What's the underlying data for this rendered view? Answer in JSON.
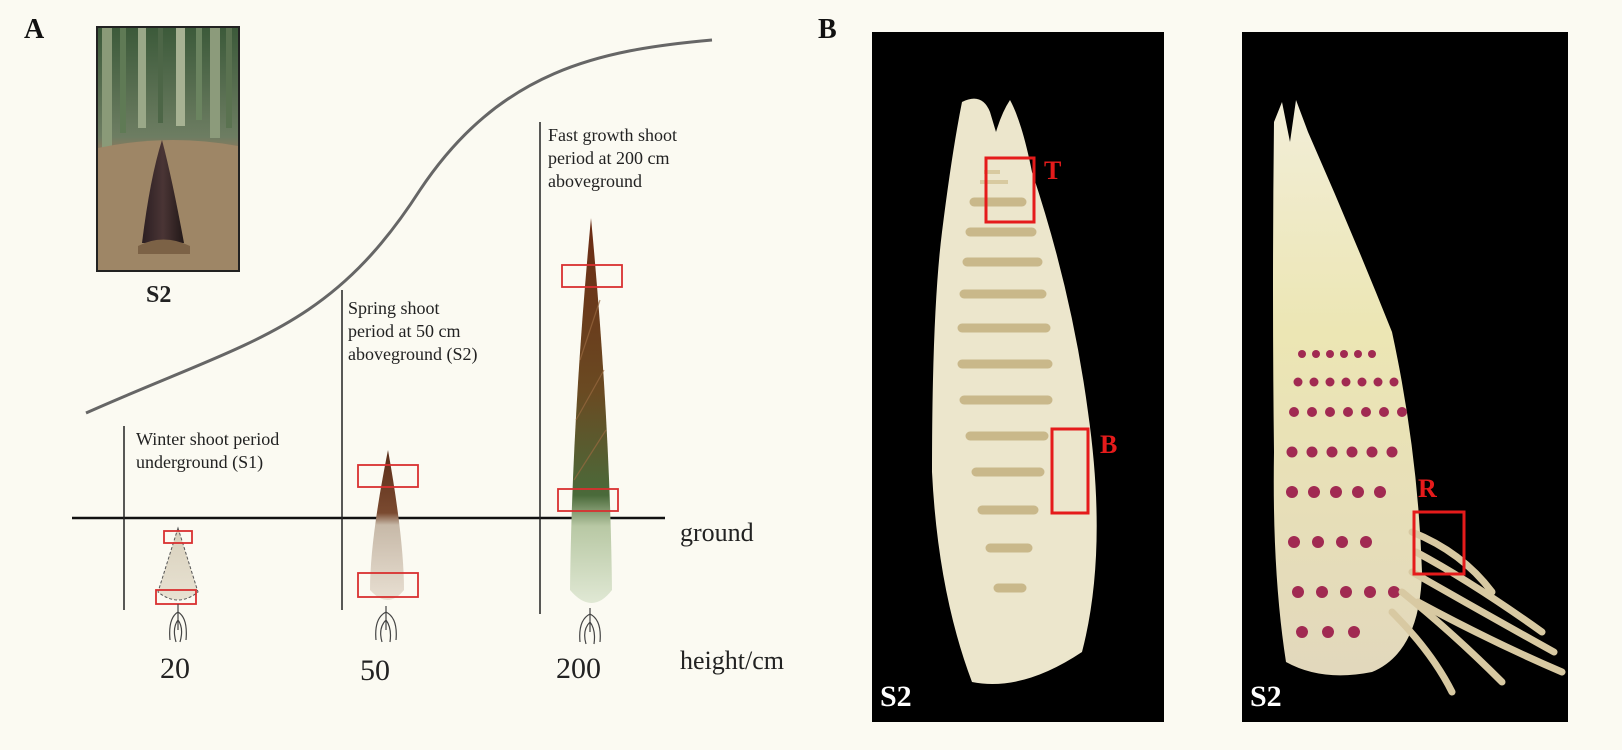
{
  "panel_a": {
    "letter": "A",
    "inset_label": "S2",
    "ground_label": "ground",
    "height_label": "height/cm",
    "stages": [
      {
        "text_lines": [
          "Winter shoot period",
          "underground (S1)"
        ],
        "height": "20"
      },
      {
        "text_lines": [
          "Spring shoot",
          "period at 50 cm",
          "aboveground (S2)"
        ],
        "height": "50"
      },
      {
        "text_lines": [
          "Fast growth shoot",
          "period at 200 cm",
          "aboveground"
        ],
        "height": "200"
      }
    ]
  },
  "panel_b": {
    "letter": "B",
    "left_photo": {
      "label": "S2",
      "regions": [
        "T",
        "B"
      ]
    },
    "right_photo": {
      "label": "S2",
      "regions": [
        "R"
      ]
    }
  },
  "colors": {
    "highlight_box": "#d93030",
    "region_label": "#e51b1b",
    "background": "#fbfaf2",
    "photo_bg": "#000000"
  }
}
